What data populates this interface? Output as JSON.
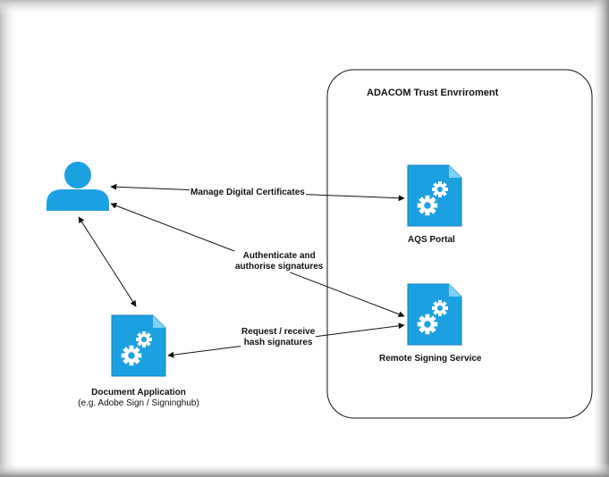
{
  "colors": {
    "icon_fill": "#1ba1e2",
    "icon_stroke": "#1182be",
    "frame_shadow": "#c9c9c9",
    "line": "#111111"
  },
  "environment": {
    "title": "ADACOM Trust Envriroment"
  },
  "nodes": {
    "user": {
      "icon": "user-icon"
    },
    "aqs_portal": {
      "label": "AQS Portal",
      "icon": "gears-document-icon"
    },
    "remote_signing": {
      "label": "Remote Signing Service",
      "icon": "gears-document-icon"
    },
    "document_app": {
      "label": "Document Application",
      "sublabel": "(e.g. Adobe Sign / Signinghub)",
      "icon": "gears-document-icon"
    }
  },
  "edges": {
    "manage_certs": "Manage Digital Certificates",
    "authenticate_line1": "Authenticate and",
    "authenticate_line2": "authorise signatures",
    "request_line1": "Request / receive",
    "request_line2": "hash signatures"
  }
}
